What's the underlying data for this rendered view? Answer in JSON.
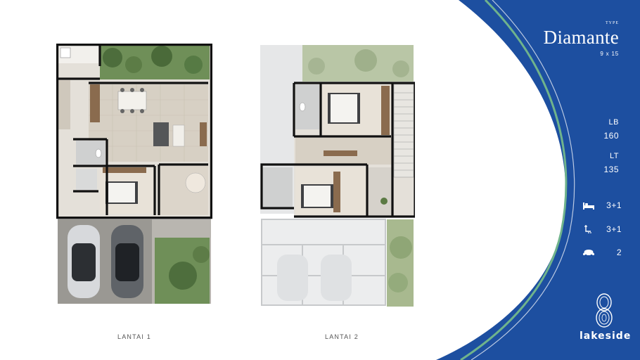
{
  "brochure": {
    "type_label": "TYPE",
    "type_name": "Diamante",
    "dimensions": "9 x 15",
    "colors": {
      "panel_blue": "#1d4fa0",
      "accent_green": "#6fb38c"
    }
  },
  "floors": [
    {
      "label": "LANTAI 1"
    },
    {
      "label": "LANTAI 2"
    }
  ],
  "specs": {
    "lb": {
      "label": "LB",
      "value": "160"
    },
    "lt": {
      "label": "LT",
      "value": "135"
    },
    "bedrooms": {
      "icon": "bed-icon",
      "value": "3+1"
    },
    "bathrooms": {
      "icon": "shower-icon",
      "value": "3+1"
    },
    "carport": {
      "icon": "car-icon",
      "value": "2"
    }
  },
  "logo": {
    "icon": "lakeside-emblem-icon",
    "text": "lakeside"
  }
}
